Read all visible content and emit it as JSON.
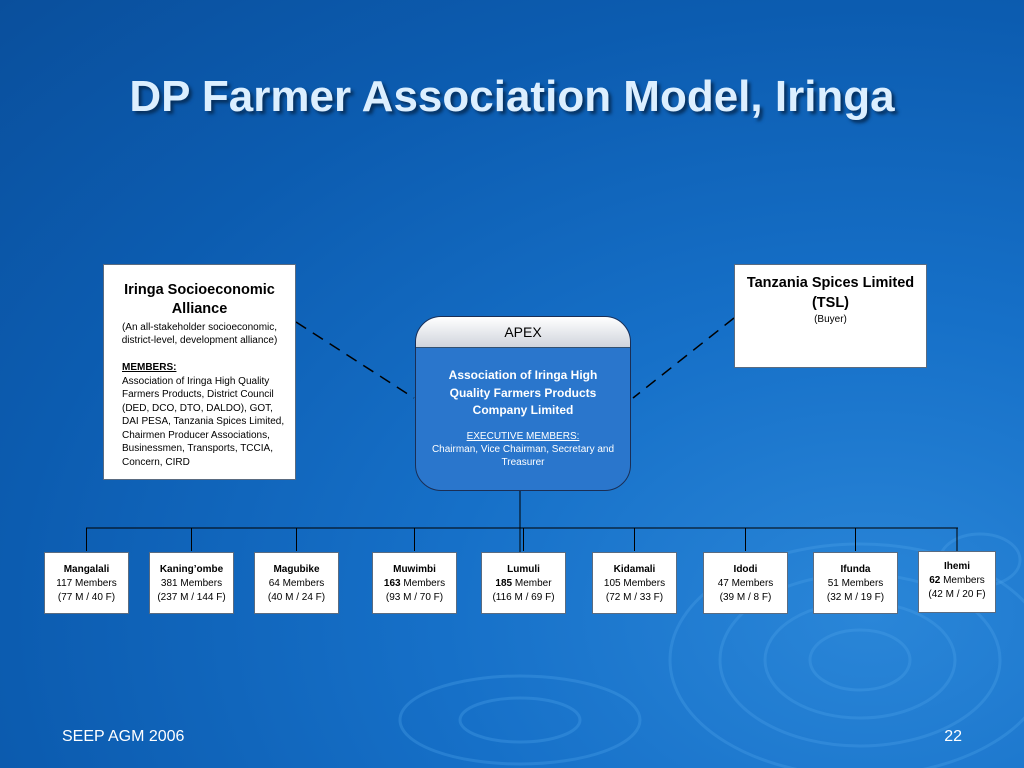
{
  "slide": {
    "title": "DP Farmer Association Model, Iringa",
    "footer": "SEEP AGM 2006",
    "page_number": "22"
  },
  "alliance": {
    "title": "Iringa Socioeconomic Alliance",
    "subtitle": "(An all-stakeholder socioeconomic, district-level, development alliance)",
    "members_label": "MEMBERS:",
    "members_text": "Association of Iringa High Quality Farmers Products, District Council (DED, DCO, DTO, DALDO), GOT, DAI PESA, Tanzania Spices Limited, Chairmen Producer Associations, Businessmen, Transports, TCCIA, Concern, CIRD"
  },
  "buyer": {
    "title": "Tanzania Spices Limited",
    "abbr": "(TSL)",
    "role": "(Buyer)"
  },
  "apex": {
    "header": "APEX",
    "org": "Association of Iringa High Quality Farmers Products Company Limited",
    "exec_label": "EXECUTIVE MEMBERS:",
    "exec_text": "Chairman, Vice Chairman, Secretary and Treasurer"
  },
  "branches": [
    {
      "name": "Mangalali",
      "count": "117",
      "unit": "Members",
      "count_bold": false,
      "split": "(77 M / 40 F)"
    },
    {
      "name": "Kaning’ombe",
      "count": "381",
      "unit": "Members",
      "count_bold": false,
      "split": "(237 M / 144 F)"
    },
    {
      "name": "Magubike",
      "count": "64",
      "unit": "Members",
      "count_bold": false,
      "split": "(40 M / 24 F)"
    },
    {
      "name": "Muwimbi",
      "count": "163",
      "unit": "Members",
      "count_bold": true,
      "split": "(93 M / 70 F)"
    },
    {
      "name": "Lumuli",
      "count": "185",
      "unit": "Member",
      "count_bold": true,
      "split": "(116 M / 69 F)"
    },
    {
      "name": "Kidamali",
      "count": "105",
      "unit": "Members",
      "count_bold": false,
      "split": "(72 M / 33 F)"
    },
    {
      "name": "Idodi",
      "count": "47",
      "unit": "Members",
      "count_bold": false,
      "split": "(39 M / 8 F)"
    },
    {
      "name": "Ifunda",
      "count": "51",
      "unit": "Members",
      "count_bold": false,
      "split": "(32 M / 19 F)"
    },
    {
      "name": "Ihemi",
      "count": "62",
      "unit": "Members",
      "count_bold": true,
      "split": "(42 M / 20 F)"
    }
  ],
  "colors": {
    "background": "#1670c8",
    "title_text": "#dcefff",
    "apex_fill": "#2a76cc",
    "box_fill": "#ffffff"
  }
}
